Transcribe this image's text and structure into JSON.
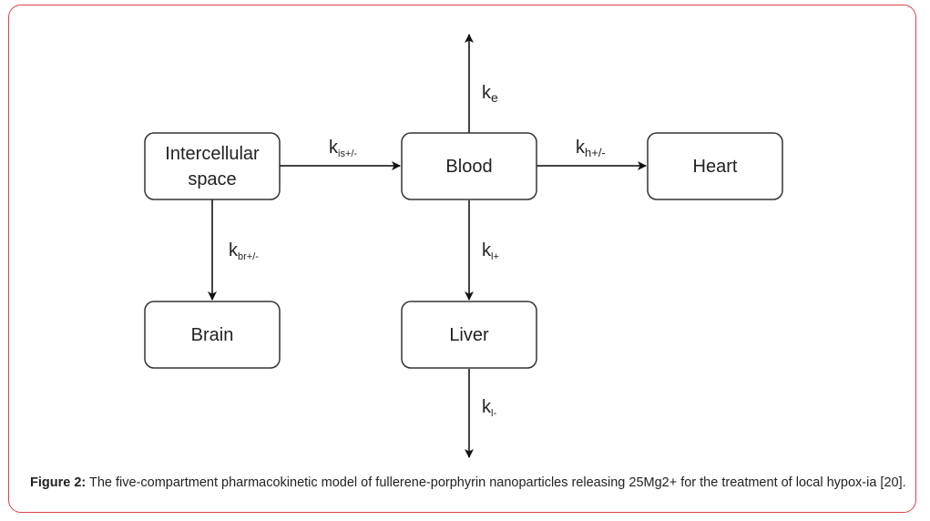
{
  "nodes": {
    "intercellular": [
      "Intercellular",
      "space"
    ],
    "blood": "Blood",
    "heart": "Heart",
    "brain": "Brain",
    "liver": "Liver"
  },
  "rates": {
    "ke": {
      "main": "k",
      "sub": "e"
    },
    "kis": {
      "main": "k",
      "sub": "is+/-"
    },
    "kh": {
      "main": "k",
      "sub": "h+/-"
    },
    "kbr": {
      "main": "k",
      "sub": "br+/-"
    },
    "kl_plus": {
      "main": "k",
      "sub": "l+"
    },
    "kl_minus": {
      "main": "k",
      "sub": "l-"
    }
  },
  "caption": {
    "label": "Figure 2:",
    "text": " The five-compartment pharmacokinetic model of fullerene-porphyrin nanoparticles releasing 25Mg2+ for the treatment of local hypox-ia [20]."
  },
  "colors": {
    "frame": "#d9434b",
    "stroke": "#333333"
  }
}
